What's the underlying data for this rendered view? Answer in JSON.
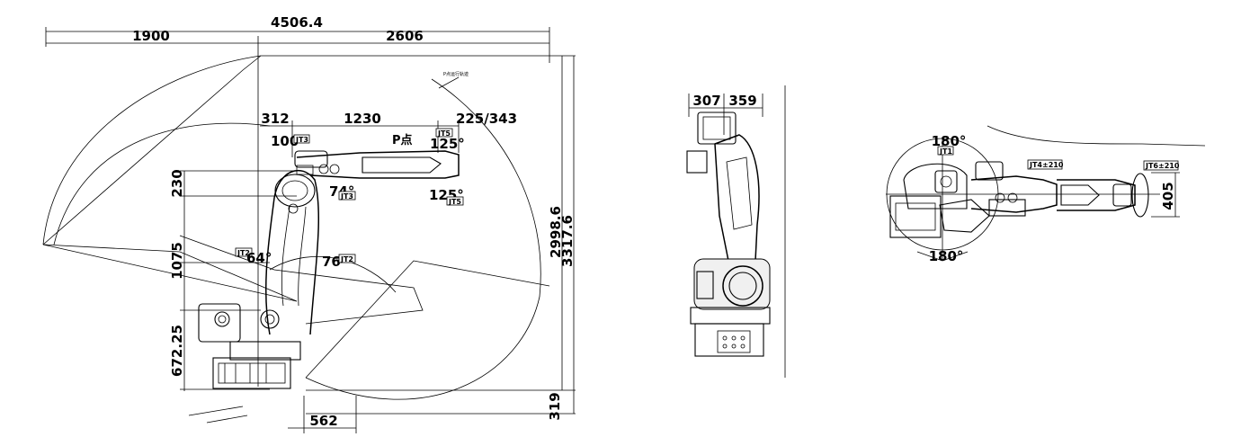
{
  "side_view": {
    "dims": {
      "total_reach": "4506.4",
      "rear": "1900",
      "front": "2606",
      "offset_312": "312",
      "arm_1230": "1230",
      "wrist_225_343": "225/343",
      "height_230": "230",
      "height_1075": "1075",
      "height_672": "672.25",
      "height_2998": "2998.6",
      "height_3317": "3317.6",
      "base_319": "319",
      "base_562": "562"
    },
    "angles": {
      "jt3_up": "100°",
      "jt5_up": "125°",
      "jt5_down": "125°",
      "jt3_down": "74°",
      "jt2_left": "64°",
      "jt2_right": "76°"
    },
    "tags": {
      "jt3_a": "JT3",
      "jt3_b": "JT3",
      "jt5_a": "JT5",
      "jt5_b": "JT5",
      "jt2_a": "JT2",
      "jt2_b": "JT2"
    },
    "p_point": "P点",
    "p_path_label": "P点运行轨迹"
  },
  "front_view": {
    "dims": {
      "left": "307",
      "right": "359"
    }
  },
  "top_view": {
    "dims": {
      "height_405": "405"
    },
    "angles": {
      "jt1_top": "180°",
      "jt1_bottom": "180°"
    },
    "tags": {
      "jt1": "JT1",
      "jt4": "JT4±210",
      "jt6": "JT6±210"
    }
  }
}
